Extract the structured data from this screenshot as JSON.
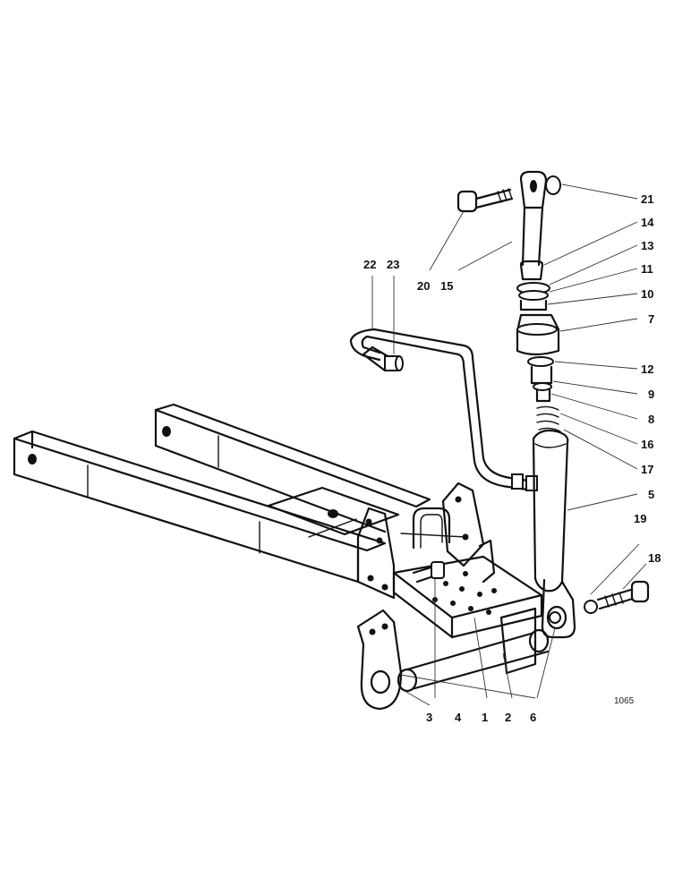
{
  "labels": {
    "l1": "1",
    "l2": "2",
    "l3": "3",
    "l4": "4",
    "l5": "5",
    "l6": "6",
    "l7": "7",
    "l8": "8",
    "l9": "9",
    "l10": "10",
    "l11": "11",
    "l12": "12",
    "l13": "13",
    "l14": "14",
    "l15": "15",
    "l16": "16",
    "l17": "17",
    "l18": "18",
    "l19": "19",
    "l20": "20",
    "l21": "21",
    "l22": "22",
    "l23": "23"
  },
  "drawing_code": "1065"
}
